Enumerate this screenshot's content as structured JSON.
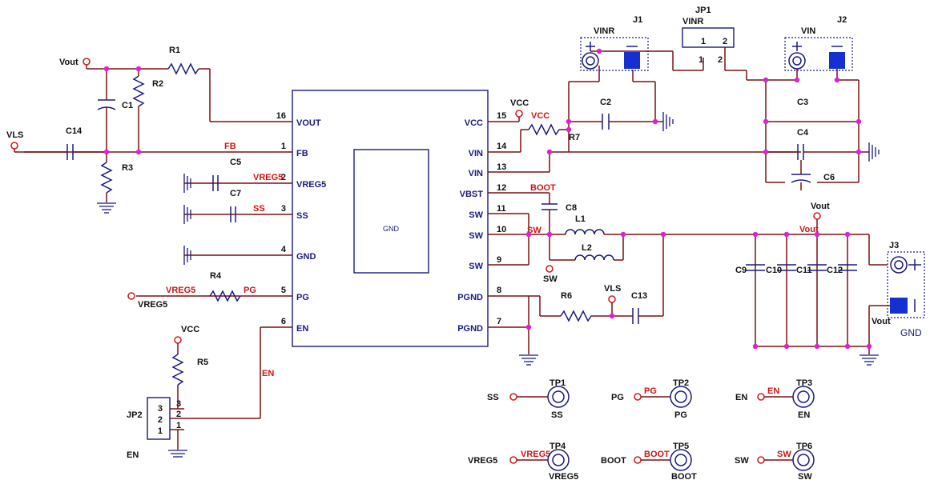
{
  "ic": {
    "center_label": "GND",
    "left_pins": [
      {
        "num": "16",
        "name": "VOUT"
      },
      {
        "num": "1",
        "name": "FB"
      },
      {
        "num": "2",
        "name": "VREG5"
      },
      {
        "num": "3",
        "name": "SS"
      },
      {
        "num": "4",
        "name": "GND"
      },
      {
        "num": "5",
        "name": "PG"
      },
      {
        "num": "6",
        "name": "EN"
      }
    ],
    "right_pins": [
      {
        "num": "15",
        "name": "VCC"
      },
      {
        "num": "14",
        "name": "VIN"
      },
      {
        "num": "13",
        "name": "VIN"
      },
      {
        "num": "12",
        "name": "VBST"
      },
      {
        "num": "11",
        "name": "SW"
      },
      {
        "num": "10",
        "name": "SW"
      },
      {
        "num": "9",
        "name": "SW"
      },
      {
        "num": "8",
        "name": "PGND"
      },
      {
        "num": "7",
        "name": "PGND"
      }
    ]
  },
  "components": {
    "R1": "R1",
    "R2": "R2",
    "R3": "R3",
    "R4": "R4",
    "R5": "R5",
    "R6": "R6",
    "R7": "R7",
    "C1": "C1",
    "C2": "C2",
    "C3": "C3",
    "C4": "C4",
    "C5": "C5",
    "C6": "C6",
    "C7": "C7",
    "C8": "C8",
    "C9": "C9",
    "C10": "C10",
    "C11": "C11",
    "C12": "C12",
    "C13": "C13",
    "C14": "C14",
    "L1": "L1",
    "L2": "L2"
  },
  "connectors": {
    "J1": "J1",
    "J1_net": "VINR",
    "J2": "J2",
    "J2_net": "VIN",
    "J3": "J3",
    "J3_net_out": "Vout",
    "J3_gnd": "GND",
    "JP1": "JP1",
    "JP1_net": "VINR",
    "JP1_pin1": "1",
    "JP1_pin2": "2",
    "JP2": "JP2",
    "JP2_en": "EN",
    "JP2_pins": [
      "3",
      "2",
      "1"
    ]
  },
  "nets": {
    "vout_top": "Vout",
    "vls_left": "VLS",
    "fb": "FB",
    "vreg5": "VREG5",
    "ss": "SS",
    "vreg5_in": "VREG5",
    "vreg5_out": "VREG5",
    "pg": "PG",
    "en": "EN",
    "vcc_r5": "VCC",
    "vcc_top": "VCC",
    "vcc_red": "VCC",
    "boot": "BOOT",
    "sw": "SW",
    "sw_probe": "SW",
    "vls_r6": "VLS",
    "vout_right": "Vout",
    "vout_red": "Vout"
  },
  "testpoints": [
    {
      "id": "TP1",
      "left": "SS",
      "red": "",
      "bottom": "SS"
    },
    {
      "id": "TP2",
      "left": "PG",
      "red": "PG",
      "bottom": "PG"
    },
    {
      "id": "TP3",
      "left": "EN",
      "red": "EN",
      "bottom": "EN"
    },
    {
      "id": "TP4",
      "left": "VREG5",
      "red": "VREG5",
      "bottom": "VREG5"
    },
    {
      "id": "TP5",
      "left": "BOOT",
      "red": "BOOT",
      "bottom": "BOOT"
    },
    {
      "id": "TP6",
      "left": "SW",
      "red": "SW",
      "bottom": "SW"
    }
  ]
}
